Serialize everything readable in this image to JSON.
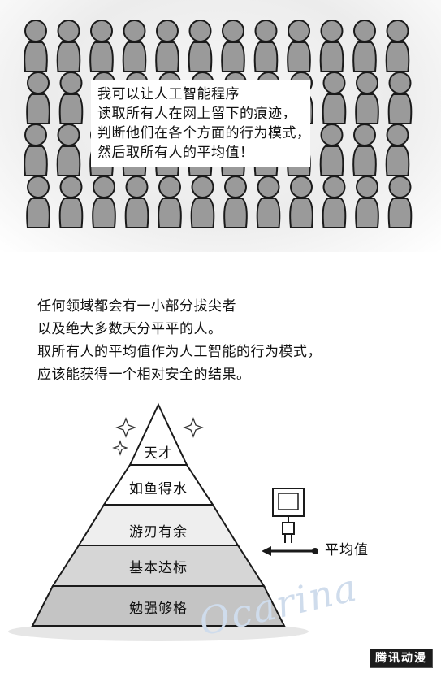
{
  "panel_top": {
    "caption_lines": [
      "我可以让人工智能程序",
      "读取所有人在网上留下的痕迹，",
      "判断他们在各个方面的行为模式，",
      "然后取所有人的平均值！"
    ]
  },
  "panel_bottom": {
    "caption_lines": [
      "任何领域都会有一小部分拔尖者",
      "以及绝大多数天分平平的人。",
      "取所有人的平均值作为人工智能的行为模式，",
      "应该能获得一个相对安全的结果。"
    ],
    "pyramid_tiers": [
      "天才",
      "如鱼得水",
      "游刃有余",
      "基本达标",
      "勉强够格"
    ],
    "average_label": "平均值",
    "watermark": "Ocarina",
    "logo_text": "腾讯动漫"
  },
  "colors": {
    "figure_fill": "#9a9a9a",
    "figure_outline": "#1a1a1a",
    "tier_top": "#ffffff",
    "tier_mid": "#eeeeee",
    "tier_lower": "#d6d6d6",
    "tier_bottom": "#c4c4c4",
    "watermark": "#cfdcec"
  },
  "icons": [
    "person-silhouette-icon",
    "sparkle-icon",
    "robot-figure-icon",
    "arrow-left-icon"
  ]
}
